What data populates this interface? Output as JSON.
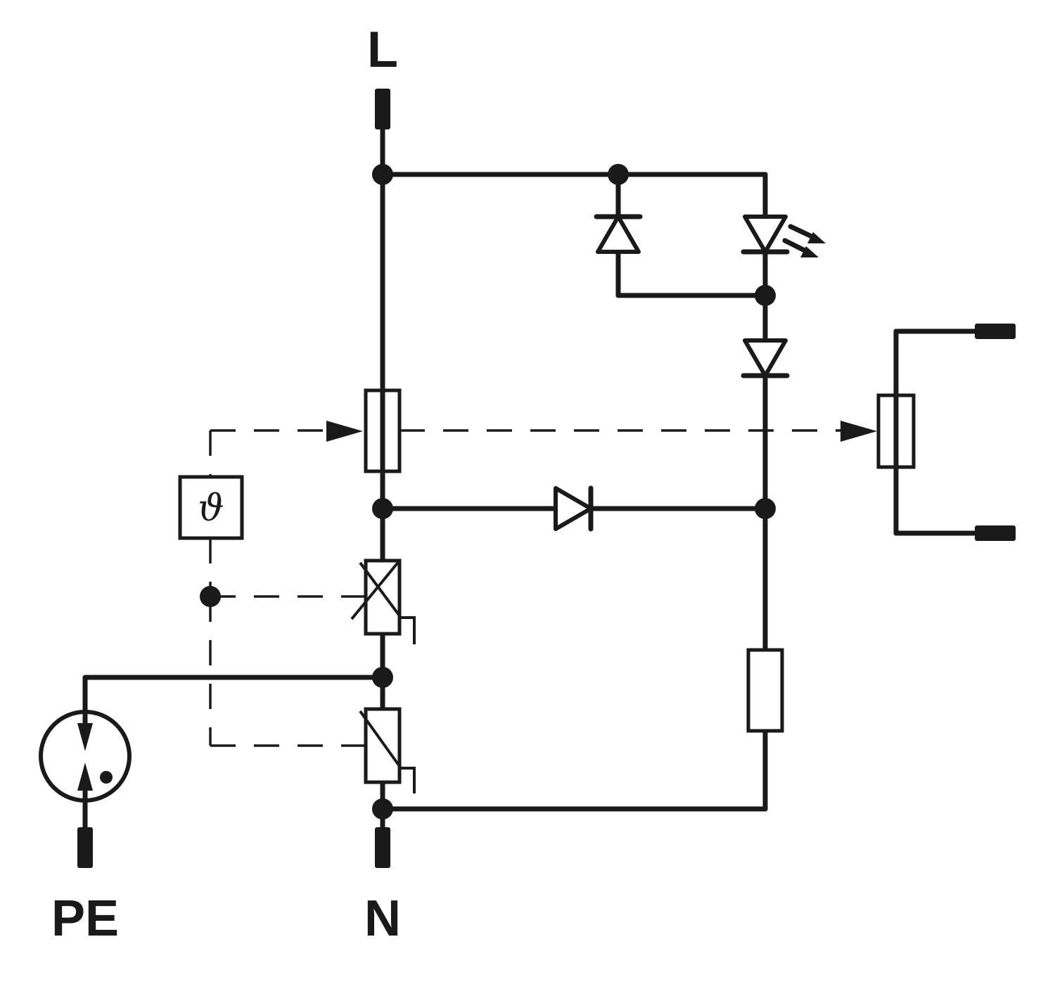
{
  "terminals": {
    "line": "L",
    "neutral": "N",
    "protective_earth": "PE"
  },
  "thermal_symbol": "ϑ"
}
